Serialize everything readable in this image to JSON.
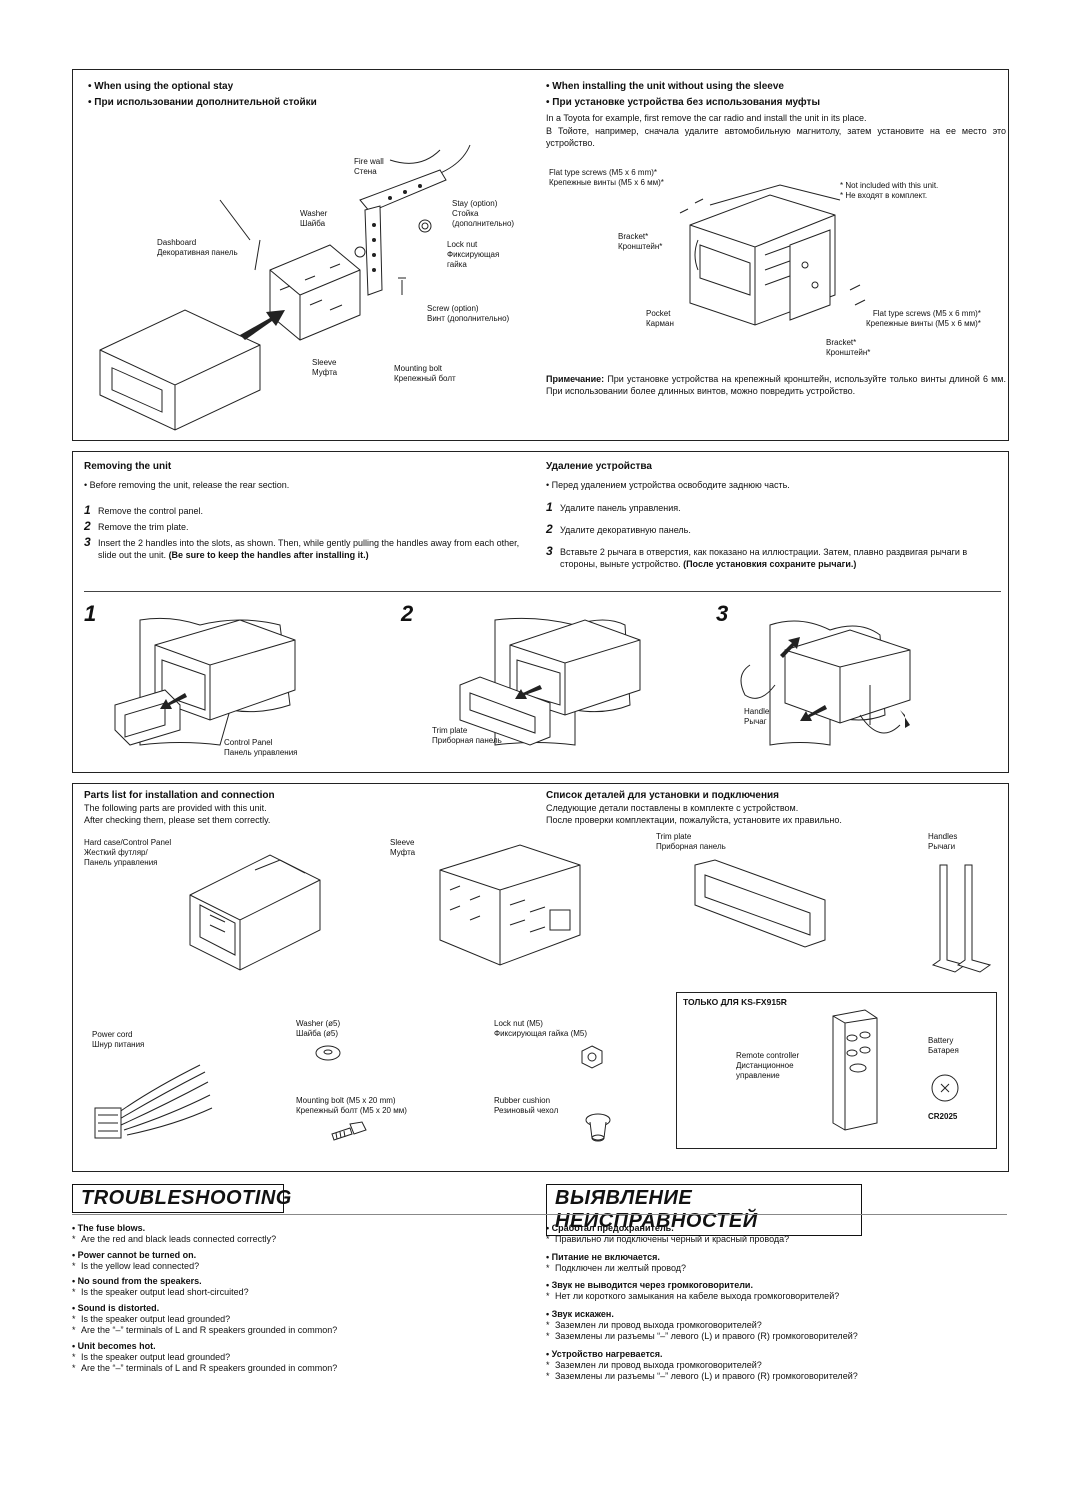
{
  "install": {
    "stay": {
      "heading_en": "When using the optional stay",
      "heading_ru": "При использовании дополнительной стойки",
      "labels": {
        "firewall_en": "Fire wall",
        "firewall_ru": "Стена",
        "washer_en": "Washer",
        "washer_ru": "Шайба",
        "stay_en": "Stay (option)",
        "stay_ru1": "Стойка",
        "stay_ru2": "(дополнительно)",
        "dashboard_en": "Dashboard",
        "dashboard_ru": "Декоративная панель",
        "locknut_en": "Lock nut",
        "locknut_ru1": "Фиксирующая",
        "locknut_ru2": "гайка",
        "screw_en": "Screw (option)",
        "screw_ru": "Винт (дополнительно)",
        "sleeve_en": "Sleeve",
        "sleeve_ru": "Муфта",
        "bolt_en": "Mounting bolt",
        "bolt_ru": "Крепежный болт"
      }
    },
    "nosleeve": {
      "heading_en": "When installing the unit without using the sleeve",
      "heading_ru": "При установке устройства без использования муфты",
      "text_en": "In a Toyota for example, first remove the car radio and install the unit in its place.",
      "text_ru": "В Тойоте, например, сначала удалите автомобильную магнитолу, затем установите на ее место это устройство.",
      "labels": {
        "flat1_en": "Flat type screws (M5 x 6 mm)*",
        "flat1_ru": "Крепежные винты (M5 x 6 мм)*",
        "note_en": "* Not included with this unit.",
        "note_ru": "* Не входят в комплект.",
        "bracket1_en": "Bracket*",
        "bracket1_ru": "Кронштейн*",
        "pocket_en": "Pocket",
        "pocket_ru": "Карман",
        "flat2_en": "Flat type screws (M5 x 6 mm)*",
        "flat2_ru": "Крепежные винты (M5 x 6 мм)*",
        "bracket2_en": "Bracket*",
        "bracket2_ru": "Кронштейн*"
      },
      "note_label": "Примечание:",
      "note_text": "При установке устройства на крепежный кронштейн, используйте только винты длиной 6 мм. При использовании более длинных винтов, можно повредить устройство."
    }
  },
  "removing": {
    "heading_en": "Removing the unit",
    "pre_en": "Before removing the unit, release the rear section.",
    "steps_en": [
      "Remove the control panel.",
      "Remove the trim plate.",
      "Insert the 2 handles into the slots, as shown. Then, while gently pulling the handles away from each other, slide out the unit."
    ],
    "keep_en": "(Be sure to keep the handles after installing it.)",
    "heading_ru": "Удаление устройства",
    "pre_ru": "Перед удалением устройства освободите заднюю часть.",
    "steps_ru": [
      "Удалите панель управления.",
      "Удалите декоративную панель.",
      "Вставьте 2 рычага в отверстия, как показано на иллюстрации. Затем, плавно раздвигая рычаги в стороны, выньте устройство."
    ],
    "keep_ru": "(После установкия сохраните рычаги.)",
    "fig_nums": [
      "1",
      "2",
      "3"
    ],
    "fig_labels": {
      "cp_en": "Control Panel",
      "cp_ru": "Панель управления",
      "trim_en": "Trim plate",
      "trim_ru": "Приборная панель",
      "handle_en": "Handle",
      "handle_ru": "Рычаг"
    }
  },
  "parts": {
    "heading_en": "Parts list for installation and connection",
    "text_en1": "The following parts are provided with this unit.",
    "text_en2": "After checking them, please set them correctly.",
    "heading_ru": "Список деталей для установки и подключения",
    "text_ru1": "Следующие детали поставлены в комплекте с устройством.",
    "text_ru2": "После проверки комплектации, пожалуйста, установите их правильно.",
    "items": {
      "case_en": "Hard case/Control Panel",
      "case_ru1": "Жесткий футляр/",
      "case_ru2": "Панель управления",
      "sleeve_en": "Sleeve",
      "sleeve_ru": "Муфта",
      "trim_en": "Trim plate",
      "trim_ru": "Приборная панель",
      "handles_en": "Handles",
      "handles_ru": "Рычаги",
      "cord_en": "Power cord",
      "cord_ru": "Шнур питания",
      "washer_en": "Washer (ø5)",
      "washer_ru": "Шайба (ø5)",
      "locknut_en": "Lock nut (M5)",
      "locknut_ru": "Фиксирующая гайка (M5)",
      "bolt_en": "Mounting bolt (M5 x 20 mm)",
      "bolt_ru": "Крепежный болт (M5 x 20 мм)",
      "rubber_en": "Rubber cushion",
      "rubber_ru": "Резиновый чехол",
      "only": "ТОЛЬКО ДЛЯ KS-FX915R",
      "remote_ru1": "Remote controller",
      "remote_ru2": "Дистанционное",
      "remote_ru3": "управление",
      "battery_en": "Battery",
      "battery_ru": "Батарея",
      "battery_model": "CR2025"
    }
  },
  "troubleshooting": {
    "title_en": "TROUBLESHOOTING",
    "title_ru": "ВЫЯВЛЕНИЕ НЕИСПРАВНОСТЕЙ",
    "en": [
      {
        "q": "The fuse blows.",
        "a": [
          "Are the red and black leads connected correctly?"
        ]
      },
      {
        "q": "Power cannot be turned on.",
        "a": [
          "Is the yellow lead connected?"
        ]
      },
      {
        "q": "No sound from the speakers.",
        "a": [
          "Is the speaker output lead short-circuited?"
        ]
      },
      {
        "q": "Sound is distorted.",
        "a": [
          "Is the speaker output lead grounded?",
          "Are the “–” terminals of L and R speakers grounded in common?"
        ]
      },
      {
        "q": "Unit becomes hot.",
        "a": [
          "Is the speaker output lead grounded?",
          "Are the “–” terminals of L and R speakers grounded in common?"
        ]
      }
    ],
    "ru": [
      {
        "q": "Сработал предохранитель.",
        "a": [
          "Правильно ли подключены черный и красный провода?"
        ]
      },
      {
        "q": "Питание не включается.",
        "a": [
          "Подключен ли желтый провод?"
        ]
      },
      {
        "q": "Звук не выводится через громкоговорители.",
        "a": [
          "Нет ли короткого замыкания на кабеле выхода громкоговорителей?"
        ]
      },
      {
        "q": "Звук искажен.",
        "a": [
          "Заземлен ли провод выхода громкоговорителей?",
          "Заземлены ли разъемы “–” левого (L) и правого (R) громкоговорителей?"
        ]
      },
      {
        "q": "Устройство нагревается.",
        "a": [
          "Заземлен ли провод выхода громкоговорителей?",
          "Заземлены ли разъемы “–” левого (L) и правого (R) громкоговорителей?"
        ]
      }
    ]
  }
}
